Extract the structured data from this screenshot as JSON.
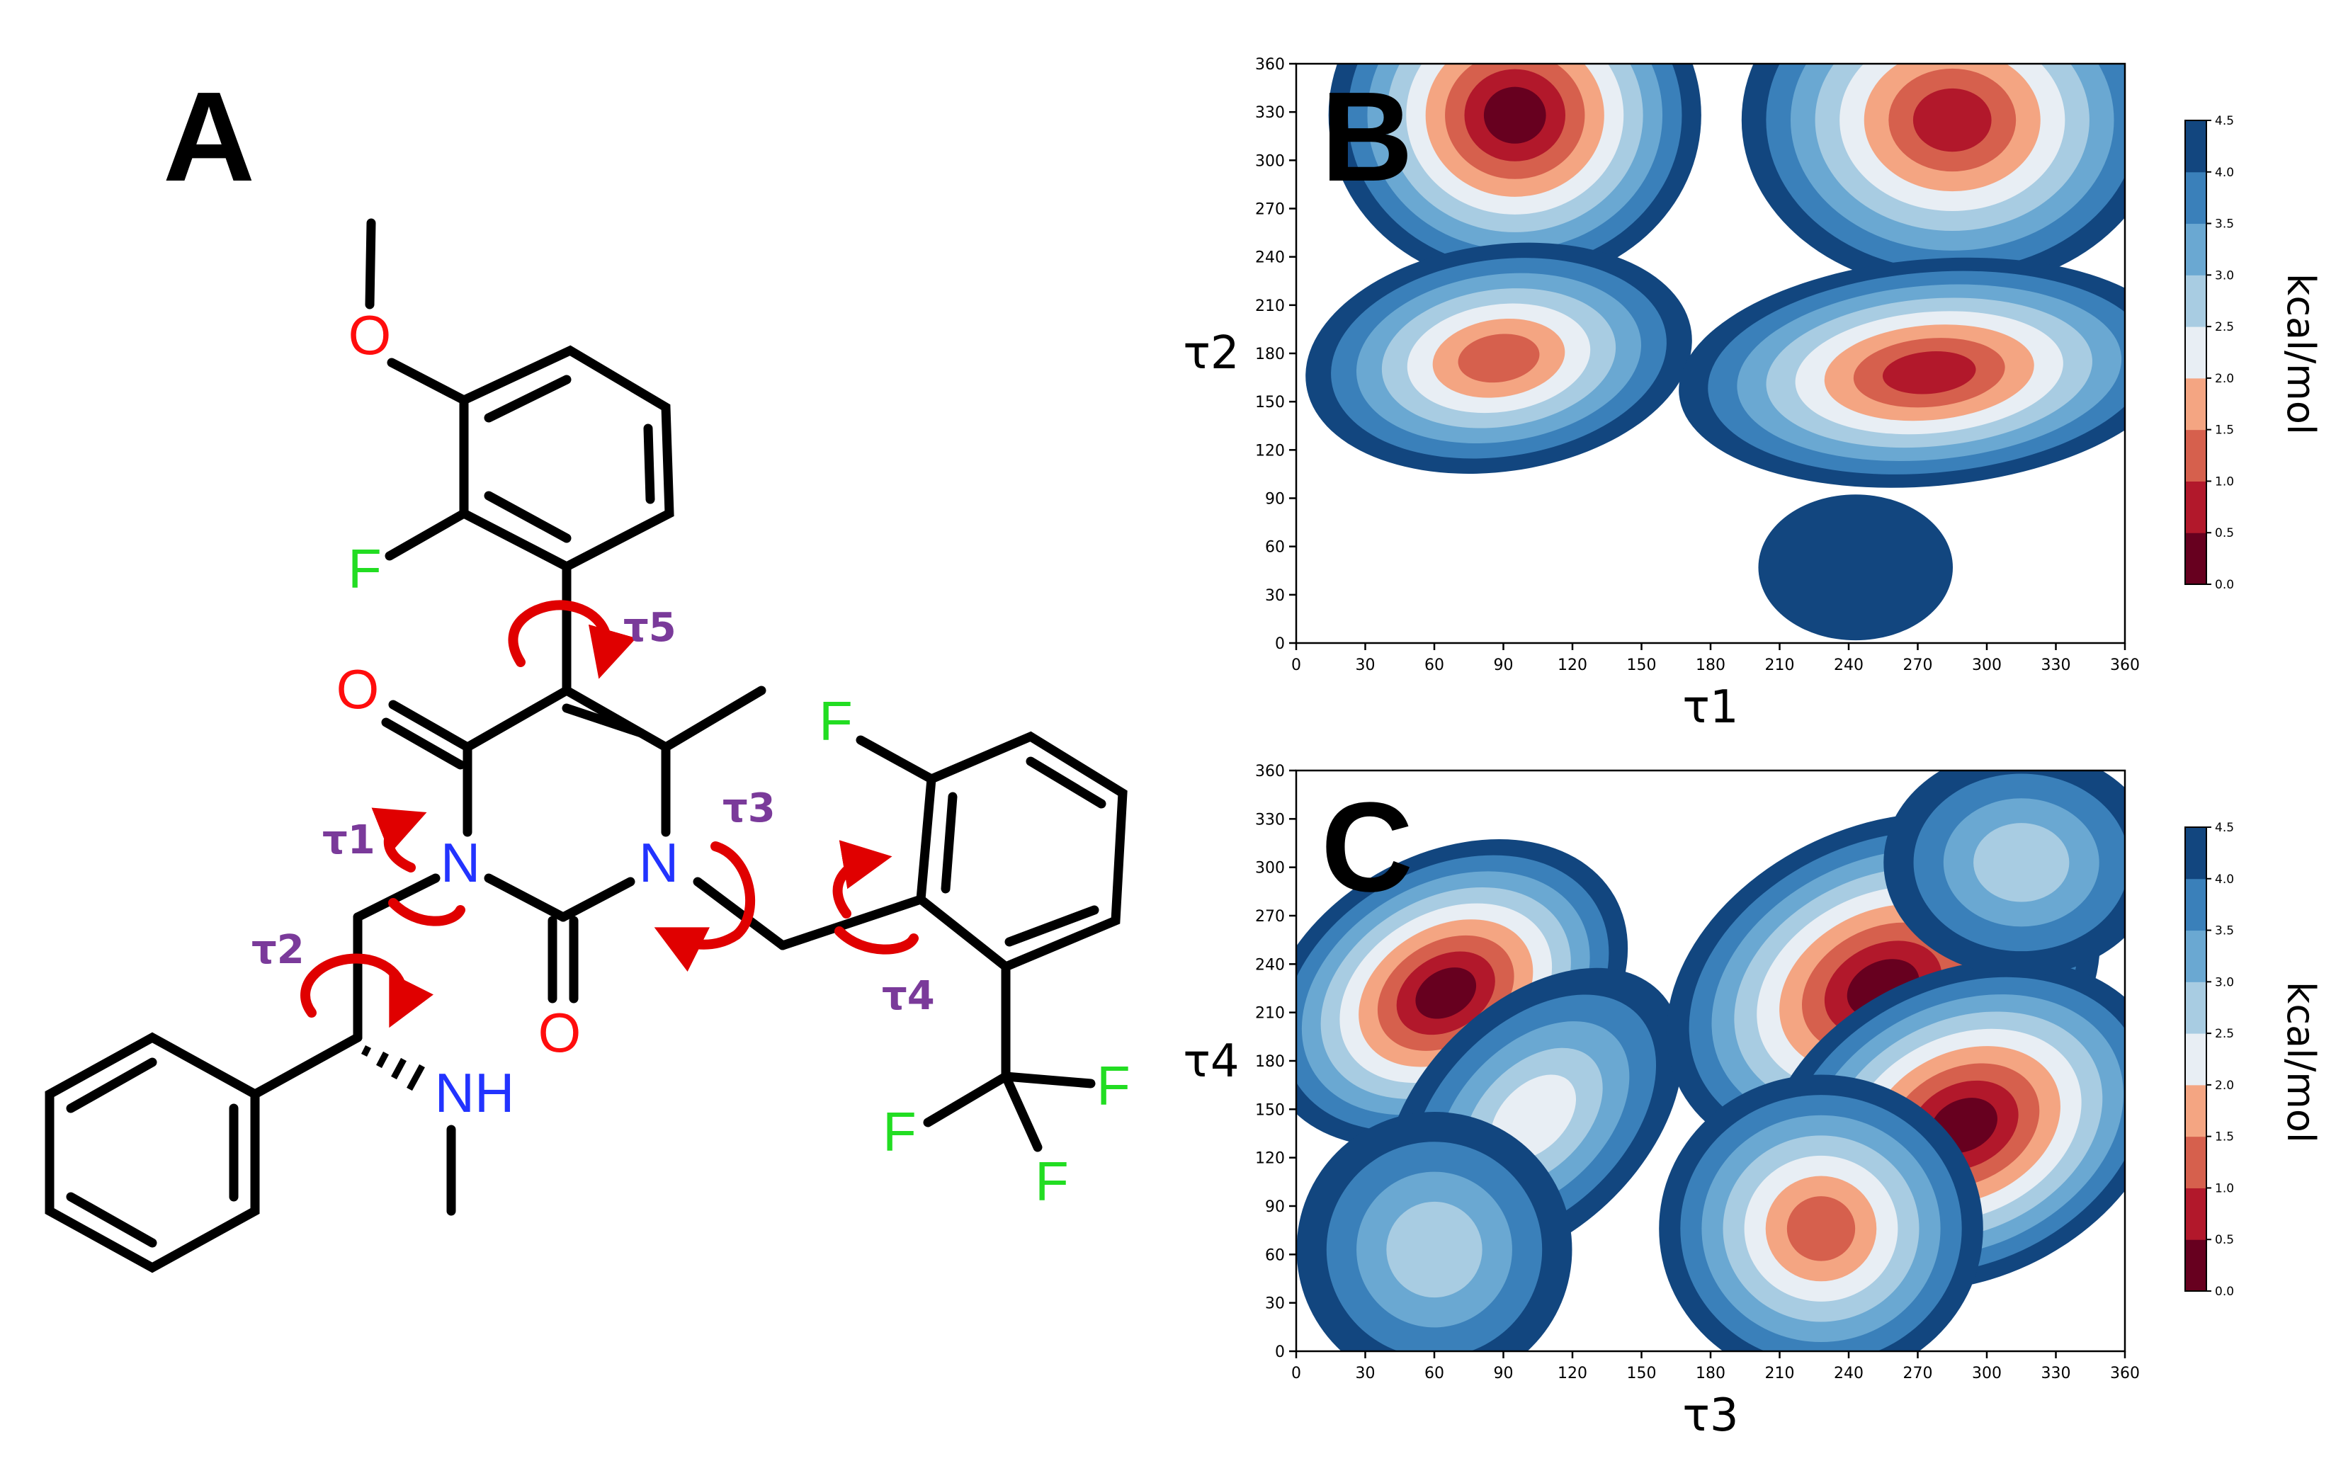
{
  "panels": {
    "a": "A",
    "b": "B",
    "c": "C"
  },
  "colors": {
    "bond": "#000000",
    "oxygen": "#ff0d0d",
    "nitrogen": "#2233ff",
    "fluorine": "#22dd22",
    "arrow": "#e00000",
    "torsion_label": "#7a3a9a"
  },
  "molecule": {
    "atoms": {
      "O": "O",
      "F": "F",
      "N": "N",
      "NH": "NH"
    },
    "torsions": {
      "t1": "τ1",
      "t2": "τ2",
      "t3": "τ3",
      "t4": "τ4",
      "t5": "τ5"
    }
  },
  "colorbar": {
    "label": "kcal/mol",
    "ticks": [
      "0.0",
      "0.5",
      "1.0",
      "1.5",
      "2.0",
      "2.5",
      "3.0",
      "3.5",
      "4.0",
      "4.5"
    ],
    "colors": [
      "#67001f",
      "#b2182b",
      "#d6604d",
      "#f4a582",
      "#e8eef4",
      "#a8cce2",
      "#6aa8d2",
      "#3a80ba",
      "#12467f"
    ]
  },
  "chart_data": [
    {
      "type": "heatmap",
      "xlabel": "τ1",
      "ylabel": "τ2",
      "xlim": [
        0,
        360
      ],
      "ylim": [
        0,
        360
      ],
      "xticks": [
        "0",
        "30",
        "60",
        "90",
        "120",
        "150",
        "180",
        "210",
        "240",
        "270",
        "300",
        "330",
        "360"
      ],
      "yticks": [
        "0",
        "30",
        "60",
        "90",
        "120",
        "150",
        "180",
        "210",
        "240",
        "270",
        "300",
        "330",
        "360"
      ],
      "colorbar_label": "kcal/mol",
      "minima": [
        {
          "x": 95,
          "y": 328,
          "min_energy": 0.0
        },
        {
          "x": 285,
          "y": 325,
          "min_energy": 0.5
        },
        {
          "x": 88,
          "y": 177,
          "min_energy": 1.0
        },
        {
          "x": 275,
          "y": 168,
          "min_energy": 0.5
        },
        {
          "x": 243,
          "y": 47,
          "min_energy": 4.0
        }
      ]
    },
    {
      "type": "heatmap",
      "xlabel": "τ3",
      "ylabel": "τ4",
      "xlim": [
        0,
        360
      ],
      "ylim": [
        0,
        360
      ],
      "xticks": [
        "0",
        "30",
        "60",
        "90",
        "120",
        "150",
        "180",
        "210",
        "240",
        "270",
        "300",
        "330",
        "360"
      ],
      "yticks": [
        "0",
        "30",
        "60",
        "90",
        "120",
        "150",
        "180",
        "210",
        "240",
        "270",
        "300",
        "330",
        "360"
      ],
      "colorbar_label": "kcal/mol",
      "minima": [
        {
          "x": 65,
          "y": 222,
          "min_energy": 0.0
        },
        {
          "x": 103,
          "y": 145,
          "min_energy": 2.0
        },
        {
          "x": 60,
          "y": 63,
          "min_energy": 2.5
        },
        {
          "x": 255,
          "y": 225,
          "min_energy": 0.0
        },
        {
          "x": 290,
          "y": 140,
          "min_energy": 0.0
        },
        {
          "x": 228,
          "y": 76,
          "min_energy": 1.0
        },
        {
          "x": 315,
          "y": 303,
          "min_energy": 2.5
        }
      ]
    }
  ]
}
